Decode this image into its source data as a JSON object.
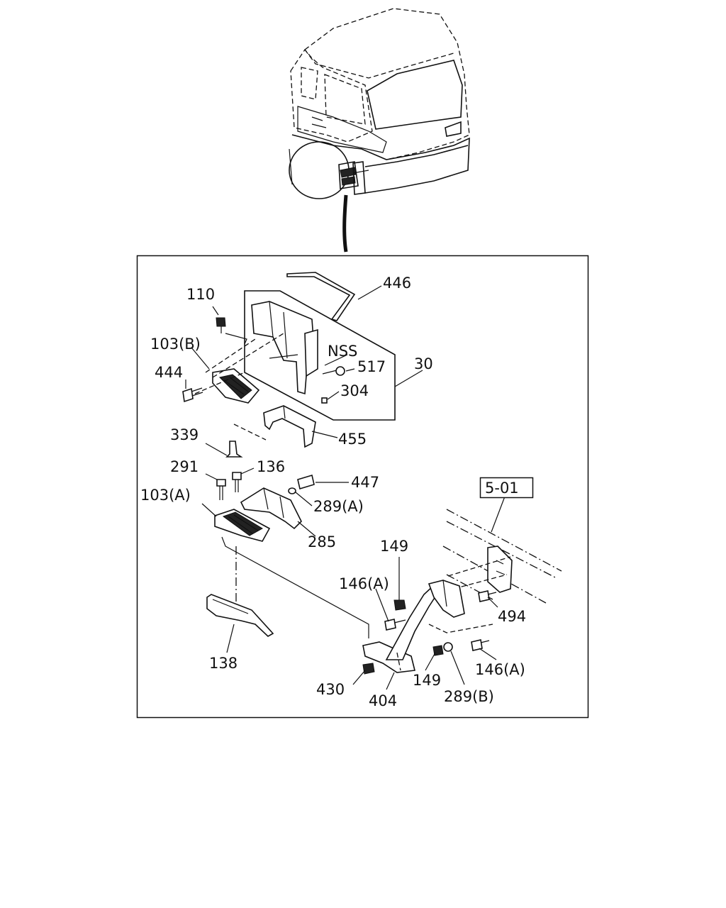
{
  "diagram": {
    "labels": {
      "p446": "446",
      "p110": "110",
      "p103b": "103(B)",
      "nss": "NSS",
      "p517": "517",
      "p30": "30",
      "p444": "444",
      "p304": "304",
      "p339": "339",
      "p455": "455",
      "p291": "291",
      "p136": "136",
      "p447": "447",
      "p103a": "103(A)",
      "p289a": "289(A)",
      "p285": "285",
      "ref501": "5-01",
      "p149a": "149",
      "p146a1": "146(A)",
      "p494": "494",
      "p138": "138",
      "p146a2": "146(A)",
      "p430": "430",
      "p149b": "149",
      "p289b": "289(B)",
      "p404": "404"
    }
  }
}
